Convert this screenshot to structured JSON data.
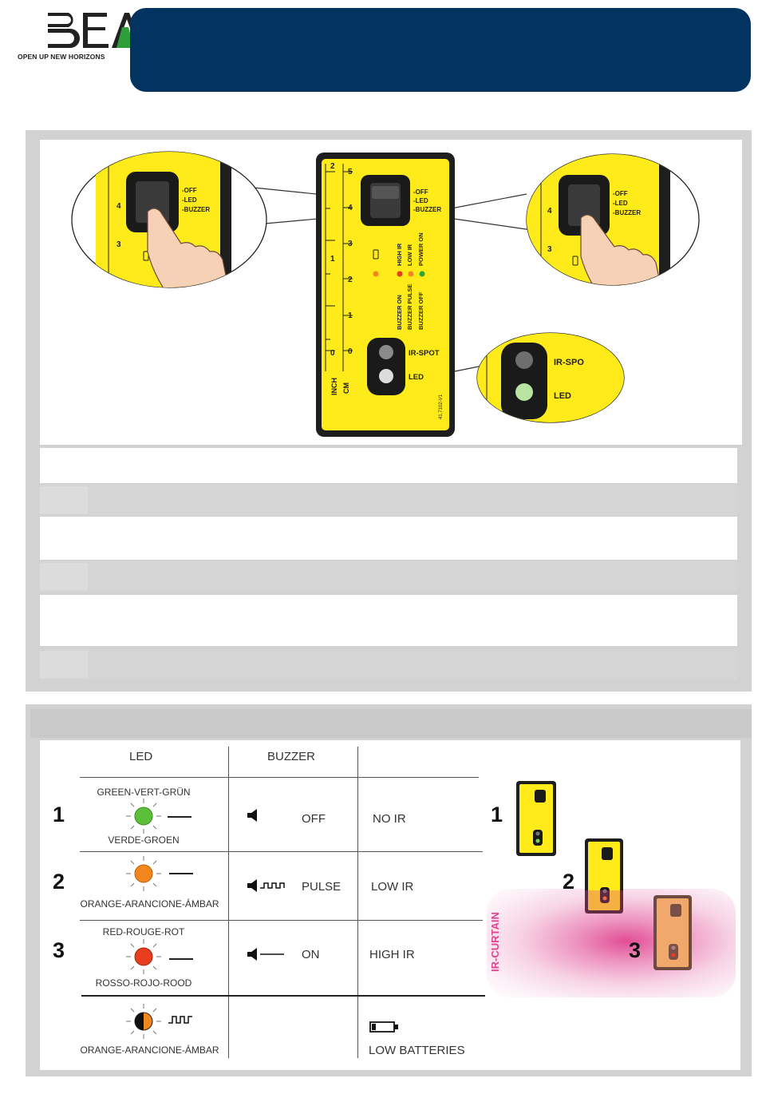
{
  "header": {
    "brand": "BEA",
    "tagline": "OPEN UP NEW HORIZONS"
  },
  "device": {
    "switch_positions": [
      "-OFF",
      "-LED",
      "-BUZZER"
    ],
    "indicator_labels": [
      "HIGH IR",
      "LOW IR",
      "POWER ON"
    ],
    "buzzer_labels": [
      "BUZZER ON",
      "BUZZER PULSE",
      "BUZZER OFF"
    ],
    "ir_spot_label": "IR-SPOT",
    "led_label": "LED",
    "inch_label": "INCH",
    "cm_label": "CM",
    "inch_ticks": [
      "2",
      "1",
      "0"
    ],
    "cm_ticks": [
      "5",
      "4",
      "3",
      "2",
      "1",
      "0"
    ],
    "part_code": "41.7102-V1",
    "zoom_left_ticks": [
      "4",
      "3"
    ],
    "zoom_right_ticks": [
      "4",
      "3"
    ],
    "zoom_ir_spot": "IR-SPO",
    "zoom_led": "LED"
  },
  "table": {
    "headers": {
      "led": "LED",
      "buzzer": "BUZZER"
    },
    "rows": [
      {
        "num": "1",
        "top_label": "GREEN-VERT-GRÜN",
        "bottom_label": "VERDE-GROEN",
        "buzzer": "OFF",
        "status": "NO IR",
        "color": "#5bbf3a"
      },
      {
        "num": "2",
        "top_label": "",
        "bottom_label": "ORANGE-ARANCIONE-ÁMBAR",
        "buzzer": "PULSE",
        "status": "LOW IR",
        "color": "#f2871d"
      },
      {
        "num": "3",
        "top_label": "RED-ROUGE-ROT",
        "bottom_label": "ROSSO-ROJO-ROOD",
        "buzzer": "ON",
        "status": "HIGH IR",
        "color": "#e83d1e"
      }
    ],
    "battery_row": {
      "label": "ORANGE-ARANCIONE-ÁMBAR",
      "status": "LOW BATTERIES"
    }
  },
  "illustration": {
    "curtain_label": "IR-CURTAIN",
    "positions": [
      "1",
      "2",
      "3"
    ]
  },
  "colors": {
    "banner": "#023361",
    "device_yellow": "#ffeb1a",
    "curtain_pink": "#e0448f"
  }
}
